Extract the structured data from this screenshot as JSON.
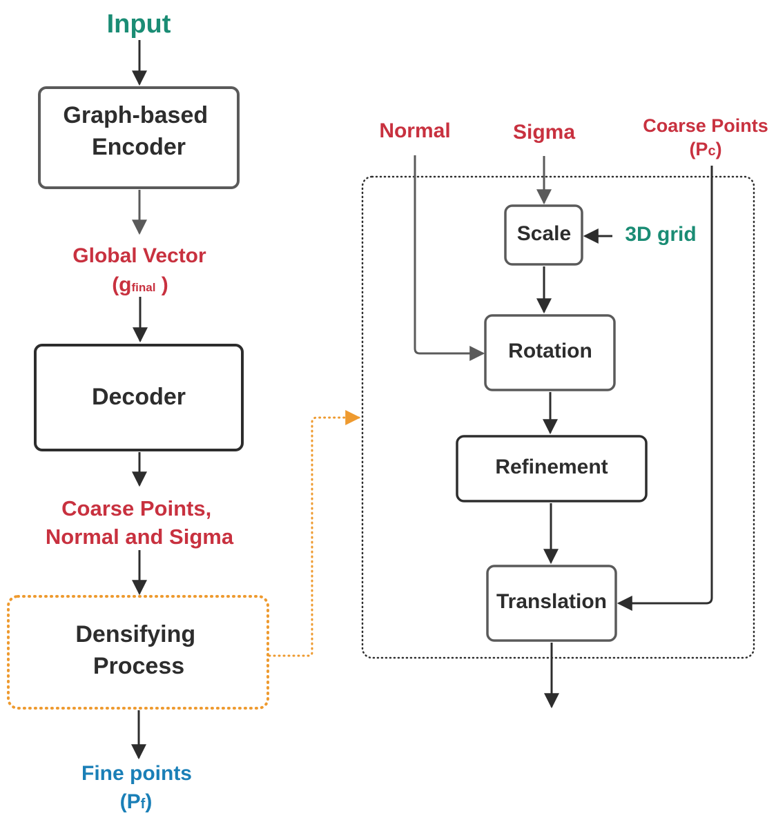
{
  "colors": {
    "green": "#1a8c74",
    "red": "#c8313f",
    "blue": "#1a7fb7",
    "orange": "#ee9a2f",
    "dark": "#2d2d2d",
    "gray": "#5a5a5a"
  },
  "left": {
    "input": "Input",
    "encoder": [
      "Graph-based",
      "Encoder"
    ],
    "global_vector": "Global Vector",
    "g_open": "(g",
    "g_sub": "final",
    "g_close": " )",
    "decoder": "Decoder",
    "coarse_line1": "Coarse Points,",
    "coarse_line2": "Normal and Sigma",
    "densify": [
      "Densifying",
      "Process"
    ],
    "fine": "Fine points",
    "pf_open": "(P",
    "pf_sub": "f",
    "pf_close": ")"
  },
  "right": {
    "normal": "Normal",
    "sigma": "Sigma",
    "coarse_points": "Coarse Points",
    "pc_open": "(P",
    "pc_sub": "c",
    "pc_close": ")",
    "scale": "Scale",
    "grid": "3D grid",
    "rotation": "Rotation",
    "refinement": "Refinement",
    "translation": "Translation"
  }
}
